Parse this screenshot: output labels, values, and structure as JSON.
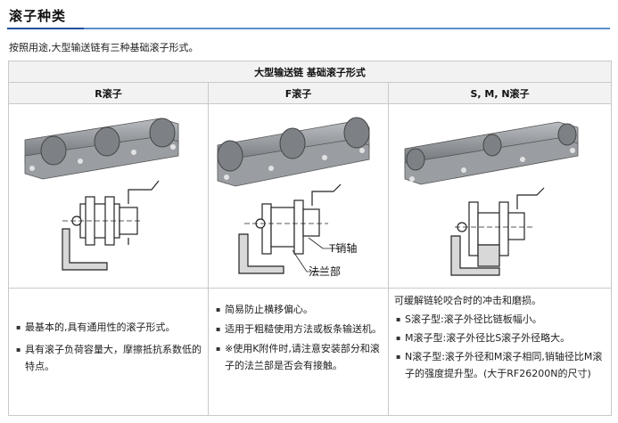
{
  "page": {
    "title": "滚子种类",
    "intro": "按照用途,大型输送链有三种基础滚子形式。"
  },
  "table": {
    "caption": "大型输送链 基础滚子形式",
    "columns": [
      "R滚子",
      "F滚子",
      "S, M, N滚子"
    ],
    "diagram_labels": {
      "pin": "T销轴",
      "flange": "法兰部"
    },
    "r_roller": {
      "items": [
        "最基本的,具有通用性的滚子形式。",
        "具有滚子负荷容量大，摩擦抵抗系数低的特点。"
      ]
    },
    "f_roller": {
      "items": [
        "简易防止横移偏心。",
        "适用于粗糙使用方法或板条输送机。",
        "※使用K附件时,请注意安装部分和滚子的法兰部是否会有接触。"
      ]
    },
    "smn_roller": {
      "lead": "可缓解链轮咬合时的冲击和磨损。",
      "items": [
        "S滚子型:滚子外径比链板幅小。",
        "M滚子型:滚子外径比S滚子外径略大。",
        "N滚子型:滚子外径和M滚子相同,销轴径比M滚子的强度提升型。(大于RF26200N的尺寸)"
      ]
    }
  },
  "colors": {
    "accent": "#1f4e9a",
    "rule": "#5b8ec9",
    "header_bg": "#f2f2f2",
    "border": "#c9c9c9"
  }
}
